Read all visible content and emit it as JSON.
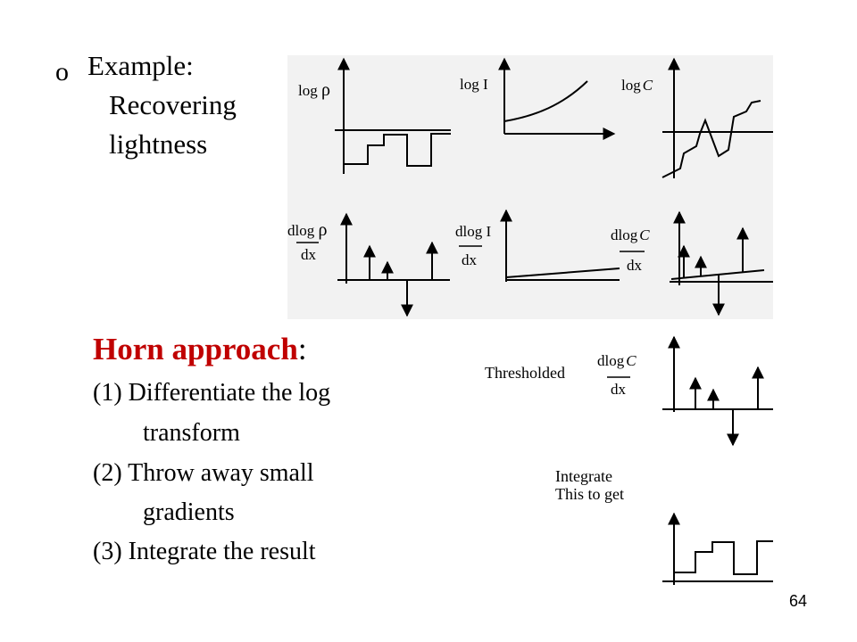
{
  "bullet": {
    "marker": "o",
    "lines": [
      "Example:",
      "Recovering",
      "lightness"
    ]
  },
  "graphs": {
    "log_rho": {
      "label_a": "log",
      "label_b": "ρ"
    },
    "log_I": {
      "label": "log I"
    },
    "log_C": {
      "label_a": "log",
      "label_b": "C"
    },
    "dlog_rho": {
      "num_a": "dlog",
      "num_b": "ρ",
      "den": "dx"
    },
    "dlog_I": {
      "num": "dlog I",
      "den": "dx"
    },
    "dlog_C": {
      "num_a": "dlog",
      "num_b": "C",
      "den": "dx"
    },
    "thresholded": {
      "side": "Thresholded",
      "num_a": "dlog",
      "num_b": "C",
      "den": "dx"
    },
    "integrate": {
      "line1": "Integrate",
      "line2": "This to get"
    }
  },
  "horn": {
    "title": "Horn approach",
    "colon": ":",
    "steps": [
      "(1) Differentiate the log",
      "transform",
      "(2) Throw away small",
      "gradients",
      "(3)  Integrate the result"
    ]
  },
  "page_number": "64"
}
